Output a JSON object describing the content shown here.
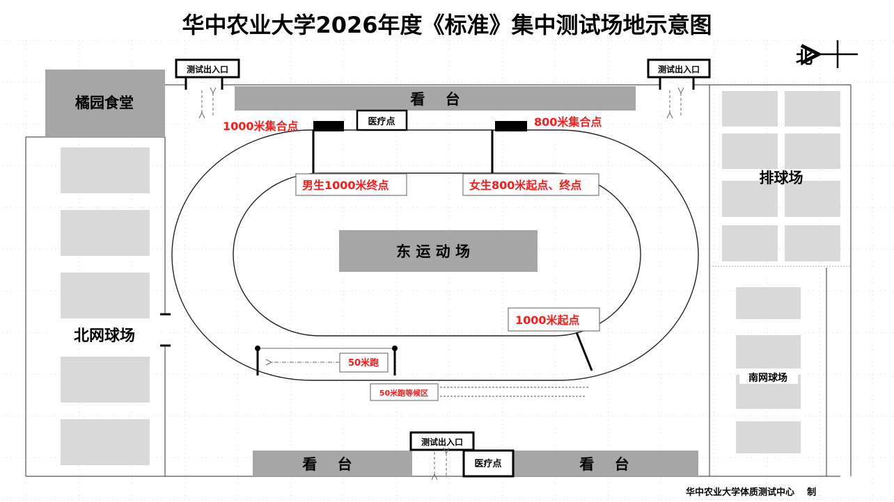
{
  "title": "华中农业大学2026年度《标准》集中测试场地示意图",
  "compass": {
    "label": "北"
  },
  "buildings": {
    "canteen": "橘园食堂",
    "north_tennis": "北网球场",
    "volleyball": "排球场",
    "south_tennis": "南网球场",
    "east_field": "东 运 动 场"
  },
  "stands": {
    "top": "看    台",
    "bottom_left": "看    台",
    "bottom_right": "看    台"
  },
  "entrances": {
    "top_left": "测试出入口",
    "top_right": "测试出入口",
    "bottom": "测试出入口"
  },
  "medical": {
    "top": "医疗点",
    "bottom": "医疗点"
  },
  "markers": {
    "assembly_1000": "1000米集合点",
    "assembly_800": "800米集合点",
    "finish_1000_male": "男生1000米终点",
    "start_finish_800_female": "女生800米起点、终点",
    "start_1000": "1000米起点",
    "run_50": "50米跑",
    "waiting_50": "50米跑等候区"
  },
  "footer": "华中农业大学体质测试中心    制",
  "colors": {
    "stand": "#a6a6a6",
    "court": "#d9d9d9",
    "label_red": "#ff1a1a"
  }
}
